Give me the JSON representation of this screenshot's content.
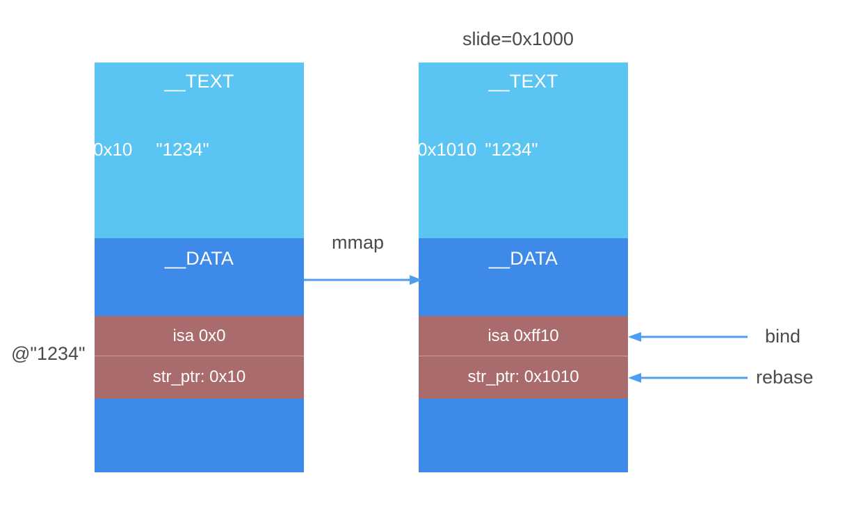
{
  "diagram": {
    "title": "slide=0x1000",
    "accent_blue": "#3d8ae8",
    "light_blue": "#5ac4f2",
    "mauve": "#a96b6b",
    "text_color": "#4a4a4a",
    "arrow_color": "#4d9ef0"
  },
  "before": {
    "text_segment": {
      "name": "__TEXT",
      "address": "0x10",
      "string": "\"1234\""
    },
    "data_segment": {
      "name": "__DATA"
    },
    "object_rows": [
      {
        "label": "isa 0x0"
      },
      {
        "label": "str_ptr: 0x10"
      }
    ],
    "object_caption": "@\"1234\""
  },
  "after": {
    "title": "slide=0x1000",
    "text_segment": {
      "name": "__TEXT",
      "address": "0x1010",
      "string": "\"1234\""
    },
    "data_segment": {
      "name": "__DATA"
    },
    "object_rows": [
      {
        "label": "isa 0xff10"
      },
      {
        "label": "str_ptr: 0x1010"
      }
    ]
  },
  "annotations": {
    "mmap": "mmap",
    "bind": "bind",
    "rebase": "rebase"
  }
}
